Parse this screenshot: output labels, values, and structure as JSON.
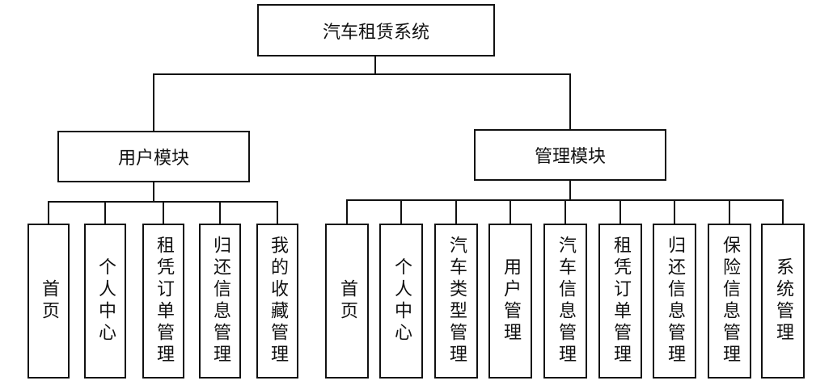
{
  "root": {
    "label": "汽车租赁系统"
  },
  "modules": [
    {
      "label": "用户模块",
      "children": [
        "首页",
        "个人中心",
        "租凭订单管理",
        "归还信息管理",
        "我的收藏管理"
      ]
    },
    {
      "label": "管理模块",
      "children": [
        "首页",
        "个人中心",
        "汽车类型管理",
        "用户管理",
        "汽车信息管理",
        "租凭订单管理",
        "归还信息管理",
        "保险信息管理",
        "系统管理"
      ]
    }
  ]
}
